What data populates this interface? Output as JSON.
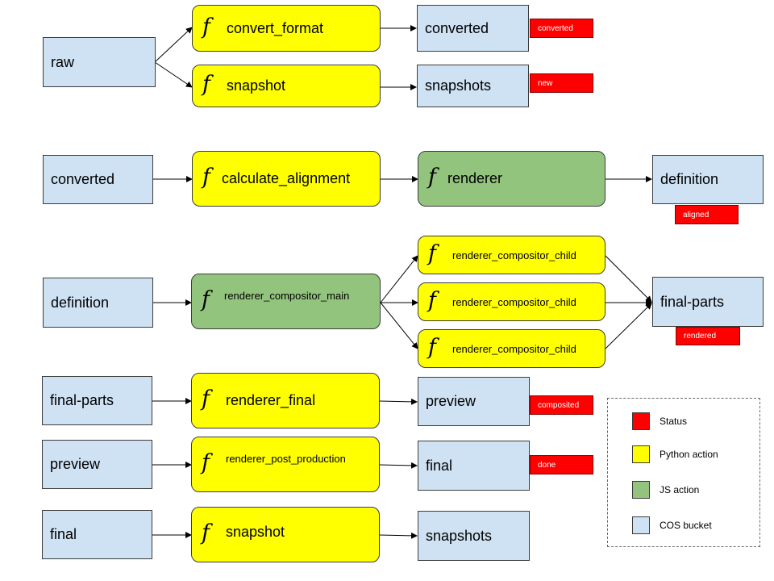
{
  "rows": {
    "r1": {
      "input": "raw",
      "actions": [
        "convert_format",
        "snapshot"
      ],
      "outputs": [
        "converted",
        "snapshots"
      ],
      "statuses": [
        "converted",
        "new"
      ]
    },
    "r2": {
      "input": "converted",
      "actions": [
        "calculate_alignment",
        "renderer"
      ],
      "output": "definition",
      "status": "aligned"
    },
    "r3": {
      "input": "definition",
      "main_action": "renderer_compositor_main",
      "child_actions": [
        "renderer_compositor_child",
        "renderer_compositor_child",
        "renderer_compositor_child"
      ],
      "output": "final-parts",
      "status": "rendered"
    },
    "r4": {
      "input": "final-parts",
      "action": "renderer_final",
      "output": "preview",
      "status": "composited"
    },
    "r5": {
      "input": "preview",
      "action": "renderer_post_production",
      "output": "final",
      "status": "done"
    },
    "r6": {
      "input": "final",
      "action": "snapshot",
      "output": "snapshots"
    }
  },
  "legend": [
    {
      "label": "Status",
      "color": "#ff0000"
    },
    {
      "label": "Python action",
      "color": "#ffff00"
    },
    {
      "label": "JS action",
      "color": "#93c47d"
    },
    {
      "label": "COS bucket",
      "color": "#cfe2f3"
    }
  ],
  "icons": {
    "function": "f"
  }
}
